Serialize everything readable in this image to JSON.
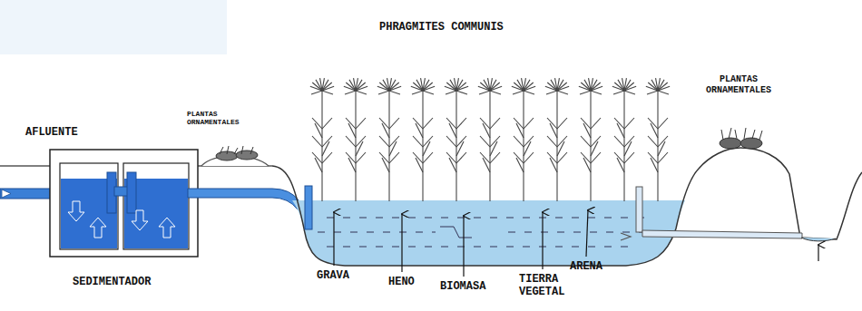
{
  "diagram": {
    "labels": [
      "PHRAGMITES COMMUNIS",
      "AFLUENTE",
      "PLANTAS ORNAMENTALES",
      "PLANTAS ORNAMENTALES",
      "SEDIMENTADOR",
      "GRAVA",
      "HENO",
      "BIOMASA",
      "TIERRA VEGETAL",
      "ARENA"
    ]
  }
}
